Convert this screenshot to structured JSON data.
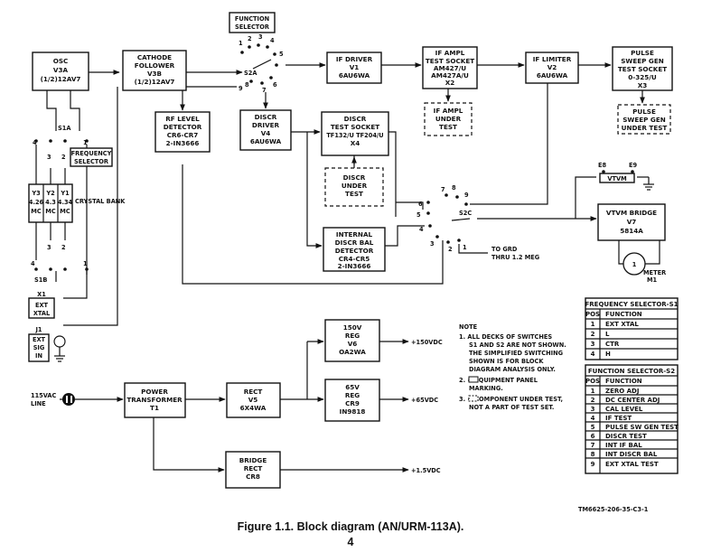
{
  "blocks": {
    "osc": [
      "OSC",
      "V3A",
      "(1/2)12AV7"
    ],
    "cathode_follower": [
      "CATHODE",
      "FOLLOWER",
      "V3B",
      "(1/2)12AV7"
    ],
    "function_selector": [
      "FUNCTION",
      "SELECTOR"
    ],
    "if_driver": [
      "IF DRIVER",
      "V1",
      "6AU6WA"
    ],
    "if_ampl_socket": [
      "IF AMPL",
      "TEST SOCKET",
      "AM427/U",
      "AM427A/U",
      "X2"
    ],
    "if_limiter": [
      "IF LIMITER",
      "V2",
      "6AU6WA"
    ],
    "pulse_sweep_socket": [
      "PULSE",
      "SWEEP GEN",
      "TEST SOCKET",
      "0-325/U",
      "X3"
    ],
    "if_ampl_under_test": [
      "IF AMPL",
      "UNDER",
      "TEST"
    ],
    "pulse_sweep_under_test": [
      "PULSE",
      "SWEEP GEN",
      "UNDER TEST"
    ],
    "rf_level_detector": [
      "RF LEVEL",
      "DETECTOR",
      "CR6-CR7",
      "2-IN3666"
    ],
    "discr_driver": [
      "DISCR",
      "DRIVER",
      "V4",
      "6AU6WA"
    ],
    "discr_test_socket": [
      "DISCR",
      "TEST SOCKET",
      "TF132/U TF204/U",
      "X4"
    ],
    "discr_under_test": [
      "DISCR",
      "UNDER",
      "TEST"
    ],
    "internal_discr_bal": [
      "INTERNAL",
      "DISCR BAL",
      "DETECTOR",
      "CR4-CR5",
      "2-IN3666"
    ],
    "vtvm_bridge": [
      "VTVM BRIDGE",
      "V7",
      "5814A"
    ],
    "crystal_y3": [
      "Y3",
      "4.26",
      "MC"
    ],
    "crystal_y2": [
      "Y2",
      "4.3",
      "MC"
    ],
    "crystal_y1": [
      "Y1",
      "4.34",
      "MC"
    ],
    "power_transformer": [
      "POWER",
      "TRANSFORMER",
      "T1"
    ],
    "rect_v5": [
      "RECT",
      "V5",
      "6X4WA"
    ],
    "reg_v6": [
      "150V",
      "REG",
      "V6",
      "OA2WA"
    ],
    "reg_cr9": [
      "65V",
      "REG",
      "CR9",
      "IN9818"
    ],
    "bridge_rect": [
      "BRIDGE",
      "RECT",
      "CR8"
    ],
    "frequency_selector_box": [
      "FREQUENCY",
      "SELECTOR"
    ]
  },
  "labels": {
    "crystal_bank": "CRYSTAL BANK",
    "s1a": "S1A",
    "s1b": "S1B",
    "s2a": "S2A",
    "s2c": "S2C",
    "e8": "E8",
    "e9": "E9",
    "vtvm": "VTVM",
    "meter": [
      "METER",
      "M1"
    ],
    "to_grd": [
      "TO GRD",
      "THRU 1.2 MEG"
    ],
    "x1": [
      "X1",
      "EXT",
      "XTAL"
    ],
    "j1": [
      "J1",
      "EXT",
      "SIG",
      "IN"
    ],
    "line_input": [
      "115VAC",
      "LINE"
    ],
    "out_150": "+150VDC",
    "out_65": "+65VDC",
    "out_15": "+1.5VDC",
    "pos1": "1",
    "pos2": "2",
    "pos3": "3",
    "pos4": "4",
    "pos5": "5",
    "pos6": "6",
    "pos7": "7",
    "pos8": "8",
    "pos9": "9"
  },
  "notes": {
    "title": "NOTE",
    "items": [
      [
        "1.  ALL DECKS OF SWITCHES",
        "S1 AND S2 ARE NOT SHOWN.",
        "THE SIMPLIFIED SWITCHING",
        "SHOWN IS FOR BLOCK",
        "DIAGRAM ANALYSIS ONLY."
      ],
      [
        "2.       = EQUIPMENT PANEL",
        "MARKING."
      ],
      [
        "3.       = COMPONENT UNDER TEST,",
        "NOT A PART OF TEST SET."
      ]
    ]
  },
  "freq_table": {
    "title": "FREQUENCY SELECTOR-S1",
    "headers": [
      "POS",
      "FUNCTION"
    ],
    "rows": [
      [
        "1",
        "EXT XTAL"
      ],
      [
        "2",
        "L"
      ],
      [
        "3",
        "CTR"
      ],
      [
        "4",
        "H"
      ]
    ]
  },
  "func_table": {
    "title": "FUNCTION SELECTOR-S2",
    "headers": [
      "POS",
      "FUNCTION"
    ],
    "rows": [
      [
        "1",
        "ZERO ADJ"
      ],
      [
        "2",
        "DC CENTER ADJ"
      ],
      [
        "3",
        "CAL LEVEL"
      ],
      [
        "4",
        "IF TEST"
      ],
      [
        "5",
        "PULSE SW GEN TEST"
      ],
      [
        "6",
        "DISCR TEST"
      ],
      [
        "7",
        "INT IF BAL"
      ],
      [
        "8",
        "INT DISCR BAL"
      ],
      [
        "9",
        "EXT XTAL TEST"
      ]
    ]
  },
  "figure_id": "TM6625-206-35-C3-1",
  "caption": "Figure 1.1.  Block diagram (AN/URM-113A).",
  "page_number": "4"
}
